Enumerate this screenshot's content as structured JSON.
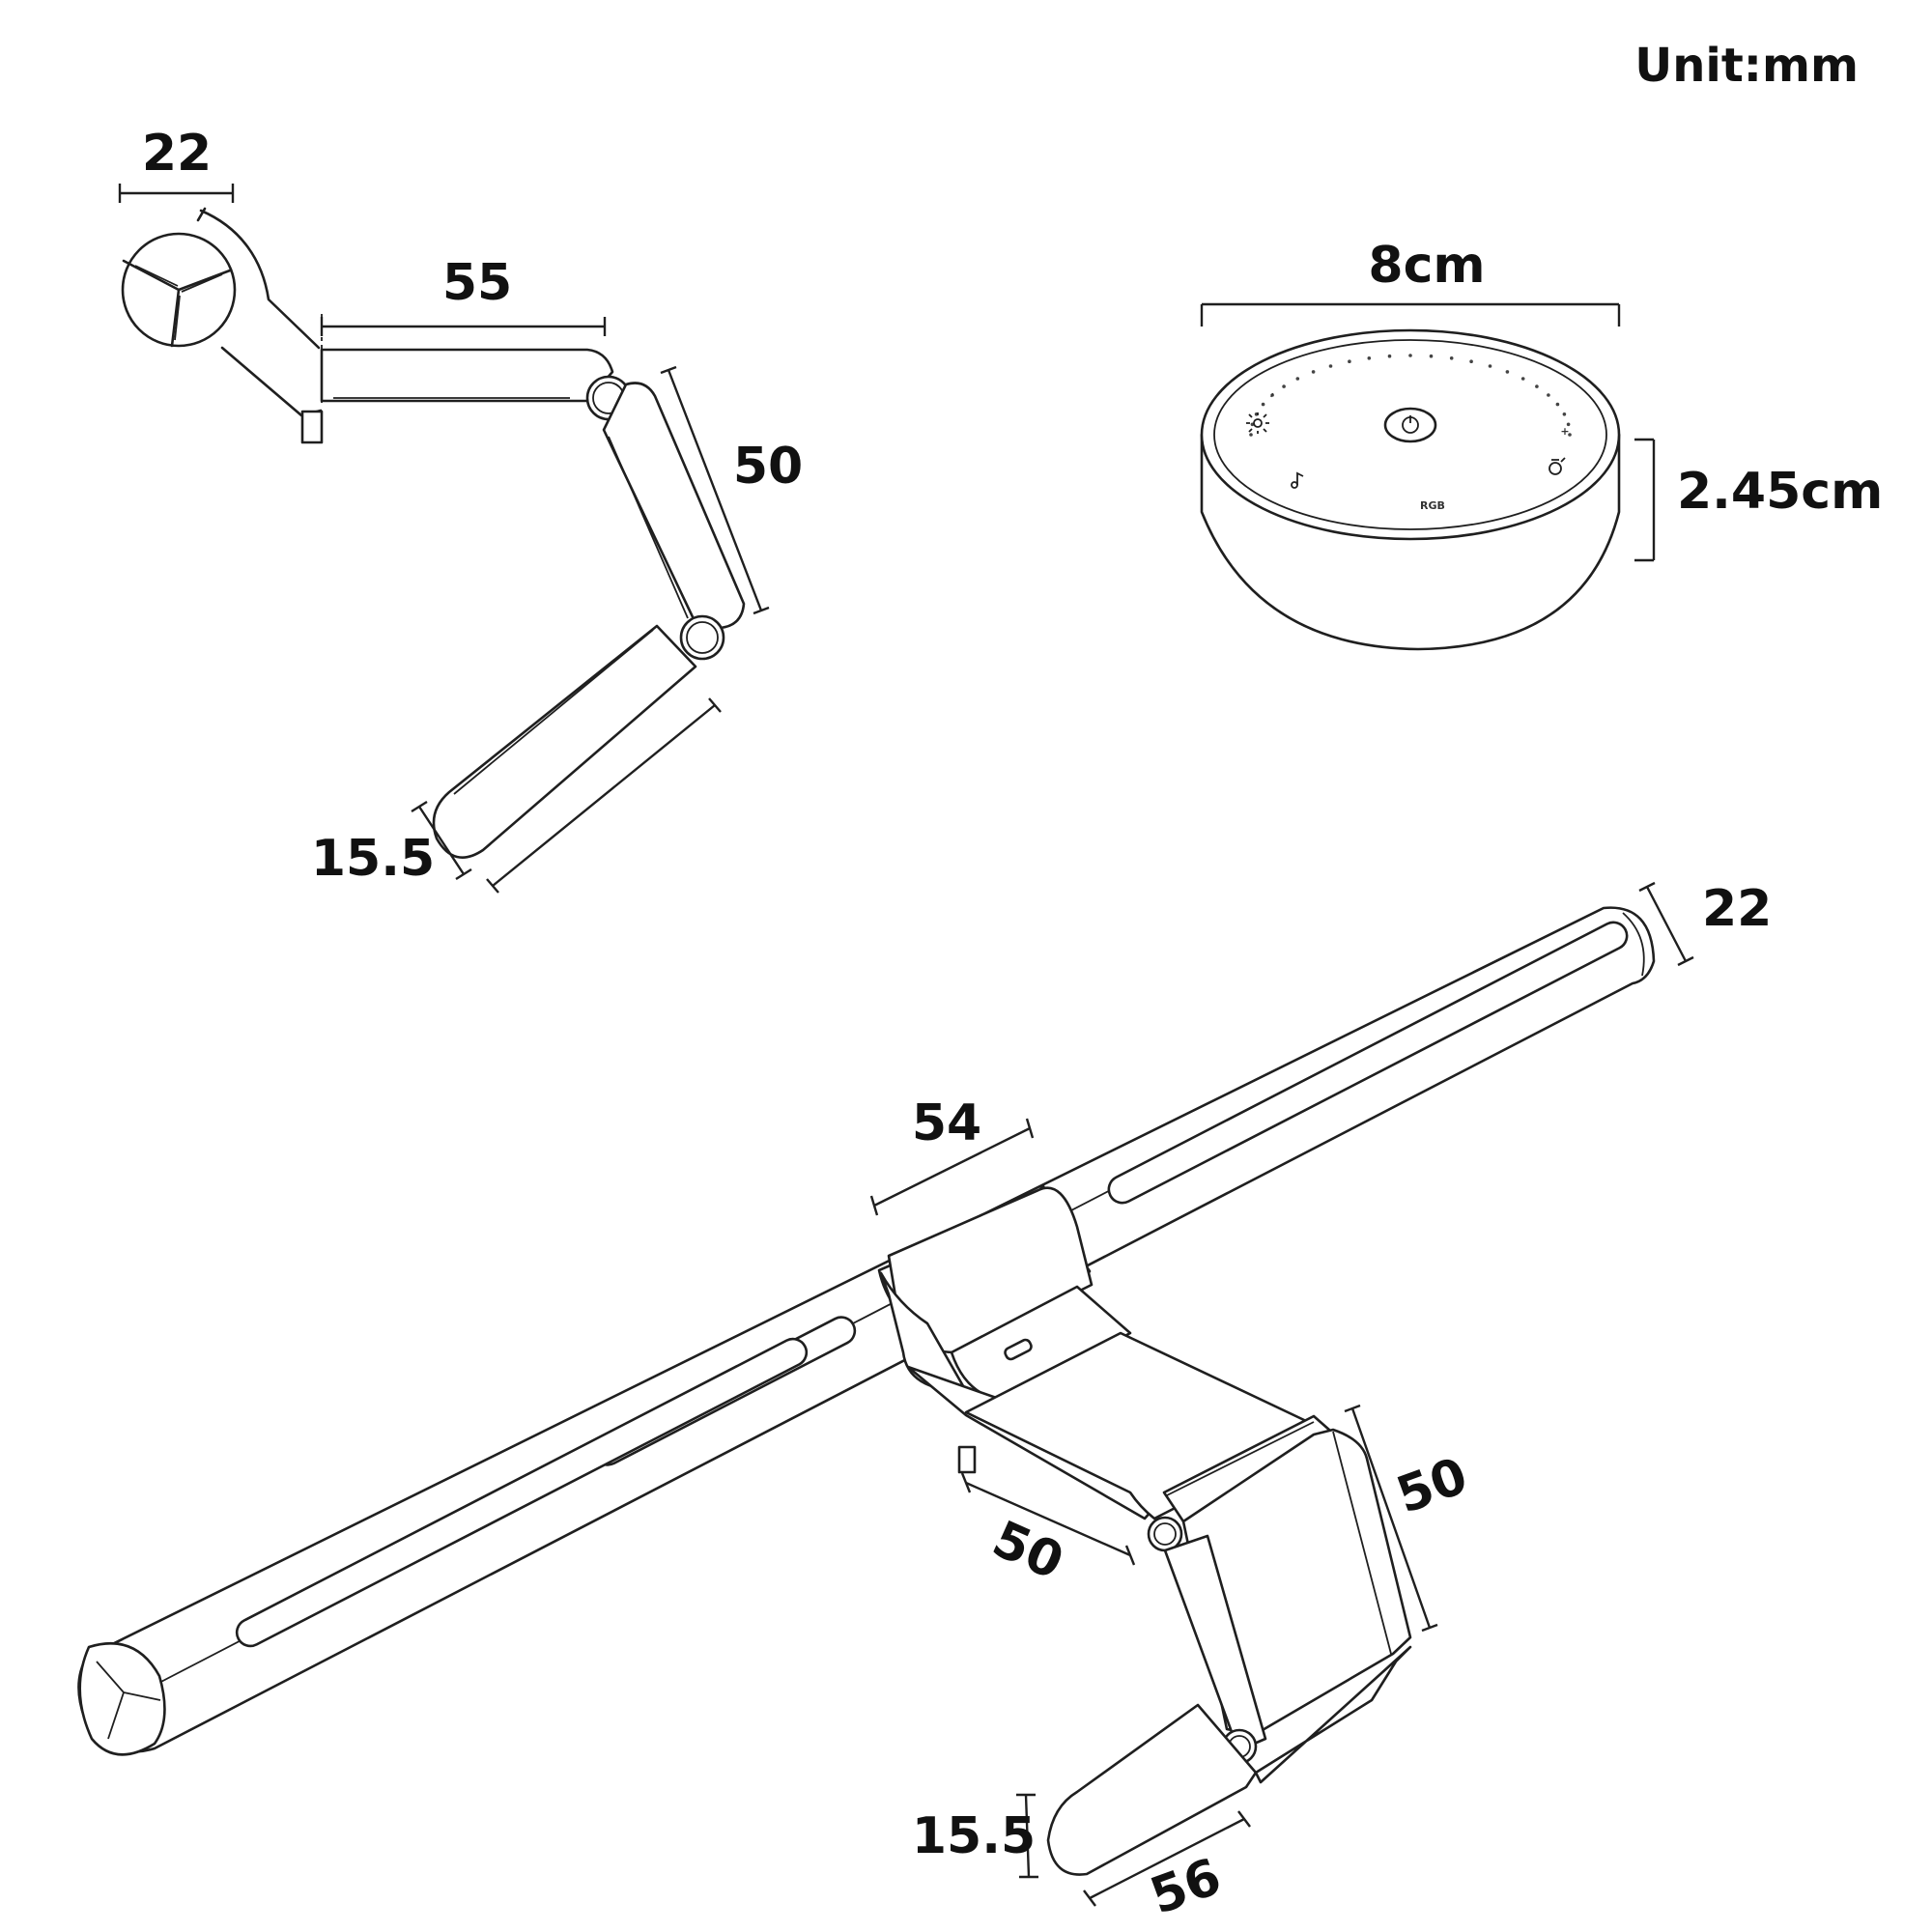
{
  "unit_note": "Unit:mm",
  "side_view": {
    "dim_end_diameter": "22",
    "dim_upper_arm": "55",
    "dim_middle_arm": "50",
    "dim_clip_length": "",
    "dim_clip_thickness": "15.5"
  },
  "controller": {
    "dim_diameter": "8cm",
    "dim_height": "2.45cm",
    "rgb_label": "RGB",
    "minus_label": "–",
    "plus_label": "+"
  },
  "main_view": {
    "dim_bar_diameter": "22",
    "dim_mount_width": "54",
    "dim_upper_arm": "50",
    "dim_middle_arm": "50",
    "dim_clip_thickness": "15.5",
    "dim_clip_width": "56"
  },
  "colors": {
    "line": "#1f1f1f",
    "background": "#ffffff"
  }
}
